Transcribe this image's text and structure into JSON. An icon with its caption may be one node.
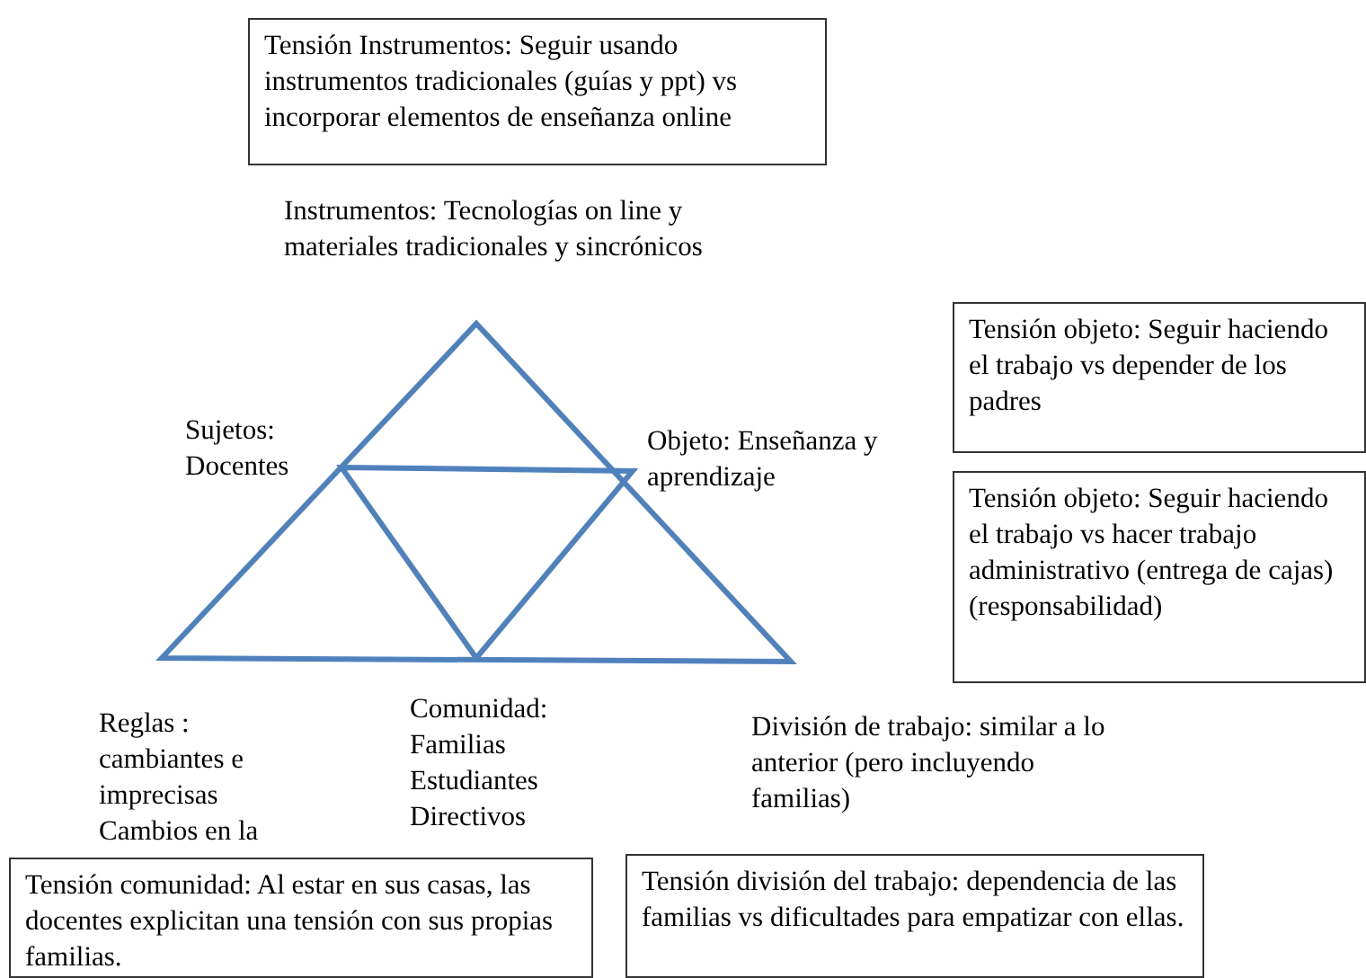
{
  "diagram": {
    "nodes": [
      {
        "text": [
          "Tensión Instrumentos: Seguir usando instrumentos tradicionales (guías y ppt) vs incorporar elementos de enseñanza online"
        ]
      },
      {
        "text": [
          "Tensión objeto: Seguir haciendo el trabajo vs depender de los padres"
        ]
      },
      {
        "text": [
          "Tensión objeto: Seguir haciendo el trabajo vs hacer trabajo administrativo (entrega de cajas) (responsabilidad)"
        ]
      },
      {
        "text": [
          "Tensión comunidad: Al estar en sus casas, las docentes explicitan una tensión con sus propias familias."
        ]
      },
      {
        "text": [
          "Tensión división del trabajo: dependencia de las familias vs dificultades para empatizar con ellas."
        ]
      }
    ],
    "labels": [
      "Instrumentos:  Tecnologías on line y materiales tradicionales y sincrónicos",
      "Sujetos: Docentes",
      "Objeto: Enseñanza y aprendizaje",
      "Reglas : cambiantes e imprecisas Cambios en la",
      "Comunidad: Familias Estudiantes Directivos",
      "División de trabajo: similar a lo anterior (pero incluyendo familias)"
    ]
  }
}
